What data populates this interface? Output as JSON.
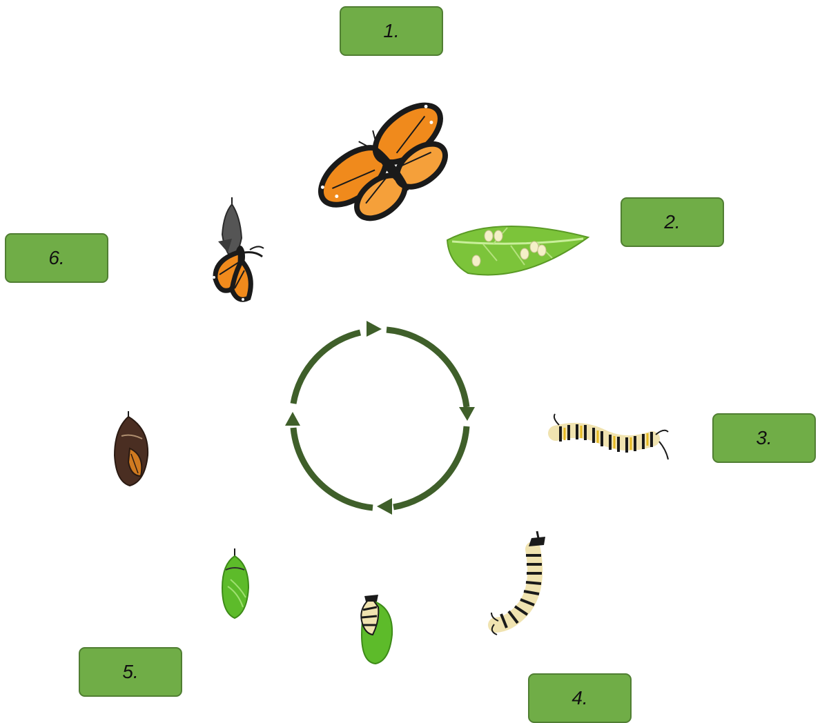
{
  "labels": {
    "box1": "1.",
    "box2": "2.",
    "box3": "3.",
    "box4": "4.",
    "box5": "5.",
    "box6": "6."
  },
  "colors": {
    "label_fill": "#70ad47",
    "label_border": "#507e32",
    "cycle_arrow": "#3f5f2a",
    "monarch_orange": "#f08a1c",
    "wing_black": "#1a1a1a",
    "leaf_green": "#7cc43a",
    "chrysalis_green": "#5dbb2a",
    "chrysalis_dark": "#4a2e22"
  },
  "icons": {
    "butterfly": "monarch-butterfly-icon",
    "eggs": "eggs-on-leaf-icon",
    "caterpillar": "caterpillar-icon",
    "hanging_caterpillar": "hanging-caterpillar-icon",
    "forming_chrysalis": "forming-chrysalis-icon",
    "green_chrysalis": "green-chrysalis-icon",
    "dark_chrysalis": "dark-chrysalis-icon",
    "emerging_butterfly": "emerging-butterfly-icon",
    "cycle": "cycle-arrows-icon"
  }
}
